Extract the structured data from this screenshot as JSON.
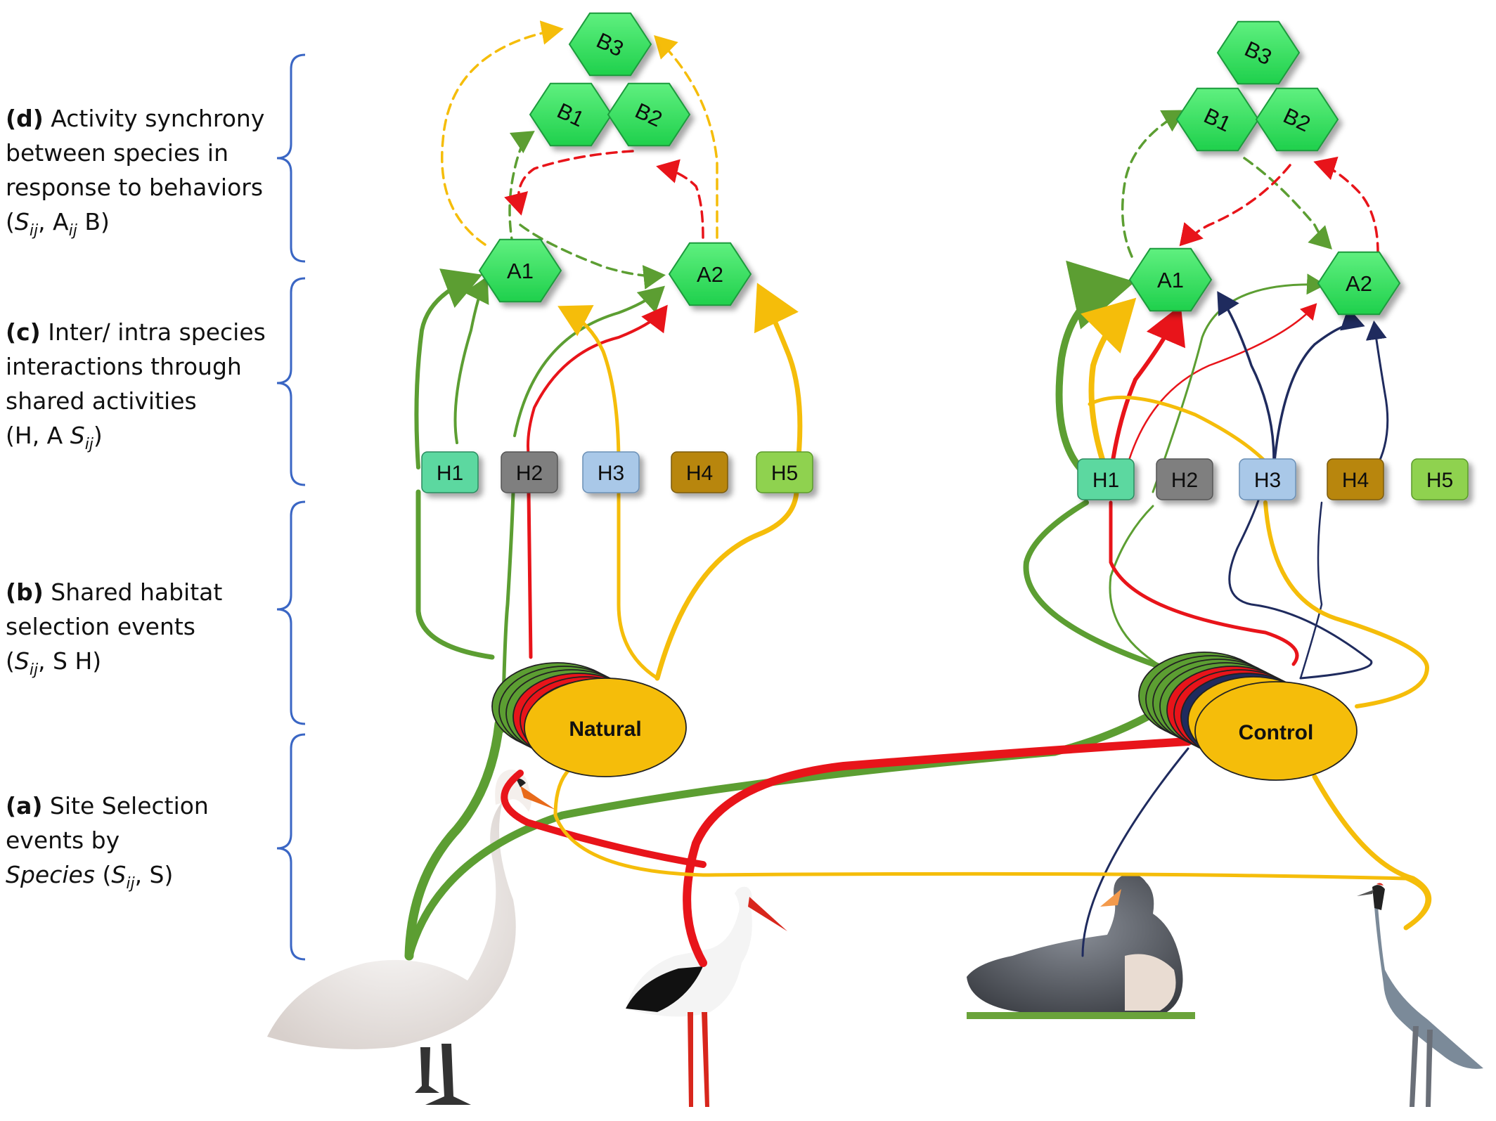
{
  "levels": {
    "d": {
      "letter": "(d)",
      "line1": " Activity synchrony",
      "line2": "between species in",
      "line3": "response to behaviors",
      "line4_open": "(",
      "s": "S",
      "ij": "ij",
      "mid": ", A",
      "ij2": "ij",
      "end": " B)"
    },
    "c": {
      "letter": "(c)",
      "line1": " Inter/ intra species",
      "line2": "interactions through",
      "line3": "shared activities",
      "line4_open": "(H, A ",
      "s": "S",
      "ij": "ij",
      "end": ")"
    },
    "b": {
      "letter": "(b)",
      "line1": " Shared habitat",
      "line2": "selection events",
      "line3_open": "(",
      "s": "S",
      "ij": "ij",
      "end": ", S H)"
    },
    "a": {
      "letter": "(a)",
      "line1": " Site Selection",
      "line2": "events by",
      "line3_species": "Species",
      "line3_open": " (",
      "s": "S",
      "ij": "ij",
      "end": ", S)"
    }
  },
  "sites": {
    "natural": "Natural",
    "control": "Control"
  },
  "habitats": [
    "H1",
    "H2",
    "H3",
    "H4",
    "H5"
  ],
  "activities": [
    "A1",
    "A2"
  ],
  "behaviors": [
    "B1",
    "B2",
    "B3"
  ],
  "colors": {
    "swan_green": "#5c9e32",
    "stork_red": "#e8141a",
    "crane_yellow": "#f5bd0a",
    "goose_navy": "#1f2b5e",
    "hex_fill": "#2ee35c",
    "hex_stroke": "#1e9a3c",
    "h1": "#5cd8a0",
    "h2": "#7f7f7f",
    "h3": "#a9c8e8",
    "h4": "#b8860b",
    "h5": "#8fd24f"
  },
  "species_images": [
    "swan",
    "stork",
    "goose",
    "crane"
  ]
}
